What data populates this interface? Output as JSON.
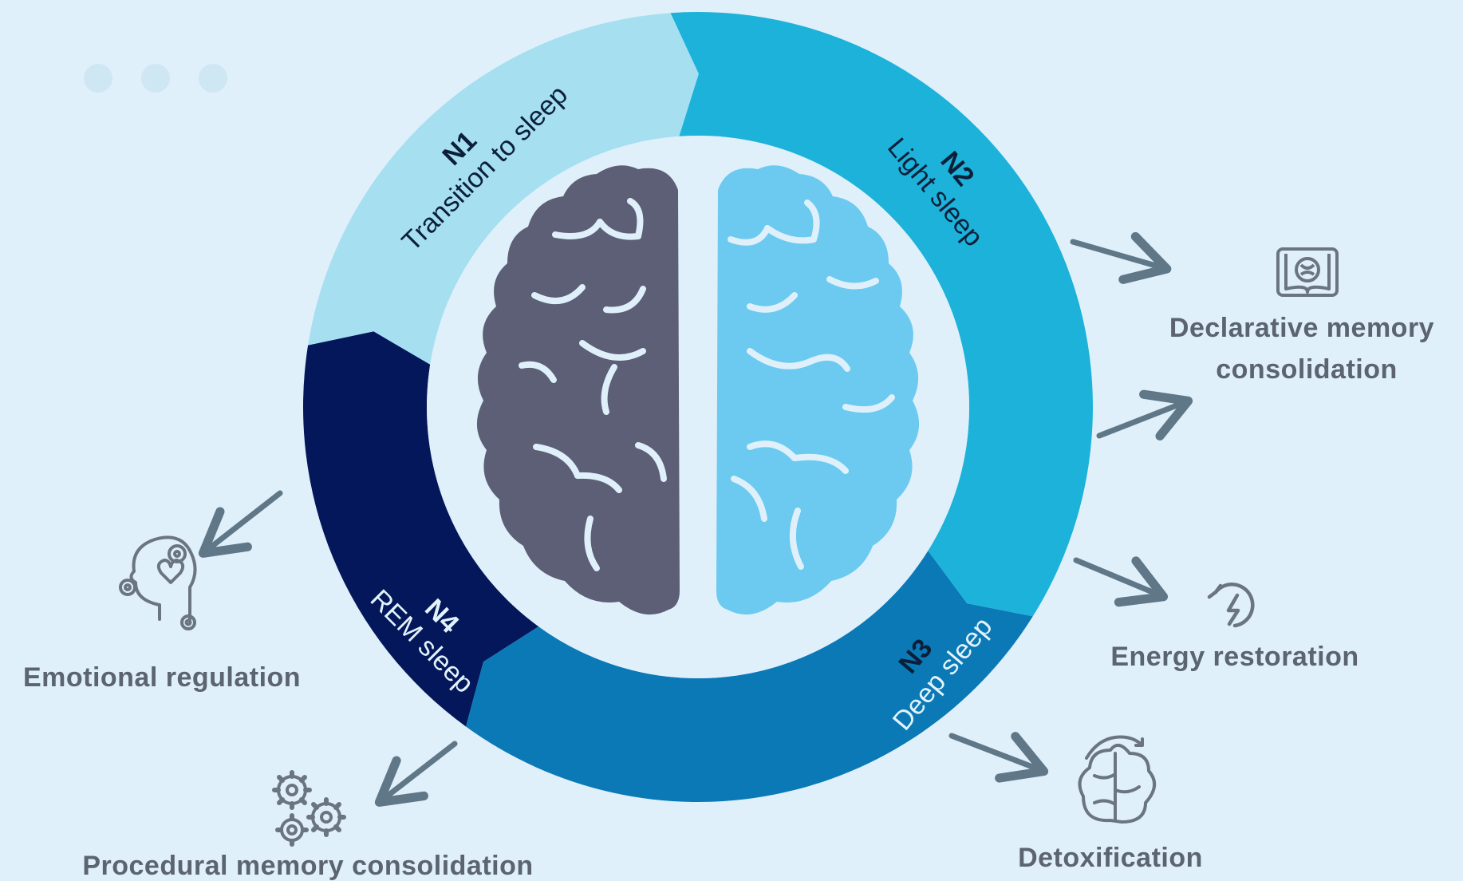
{
  "colors": {
    "background": "#dff0fb",
    "n1": "#a6dff0",
    "n2": "#1db2d9",
    "n3": "#0a79b6",
    "n4": "#03175a",
    "brain_left": "#5c5f75",
    "brain_right": "#6ccaf0",
    "arrow": "#5f7786",
    "icon": "#6b7580",
    "dots": "#cfe6f3"
  },
  "stages": {
    "n1": {
      "name": "N1",
      "desc": "Transition to sleep"
    },
    "n2": {
      "name": "N2",
      "desc": "Light sleep"
    },
    "n3": {
      "name": "N3",
      "desc": "Deep sleep"
    },
    "n4": {
      "name": "N4",
      "desc": "REM sleep"
    }
  },
  "outcomes": {
    "declarative": {
      "line1": "Declarative memory",
      "line2": "consolidation",
      "icon": "brain-book-icon"
    },
    "energy": {
      "label": "Energy restoration",
      "icon": "energy-cycle-icon"
    },
    "detox": {
      "label": "Detoxification",
      "icon": "brain-refresh-icon"
    },
    "emotional": {
      "label": "Emotional regulation",
      "icon": "head-heart-gears-icon"
    },
    "procedural": {
      "label": "Procedural memory consolidation",
      "icon": "gears-icon"
    }
  }
}
